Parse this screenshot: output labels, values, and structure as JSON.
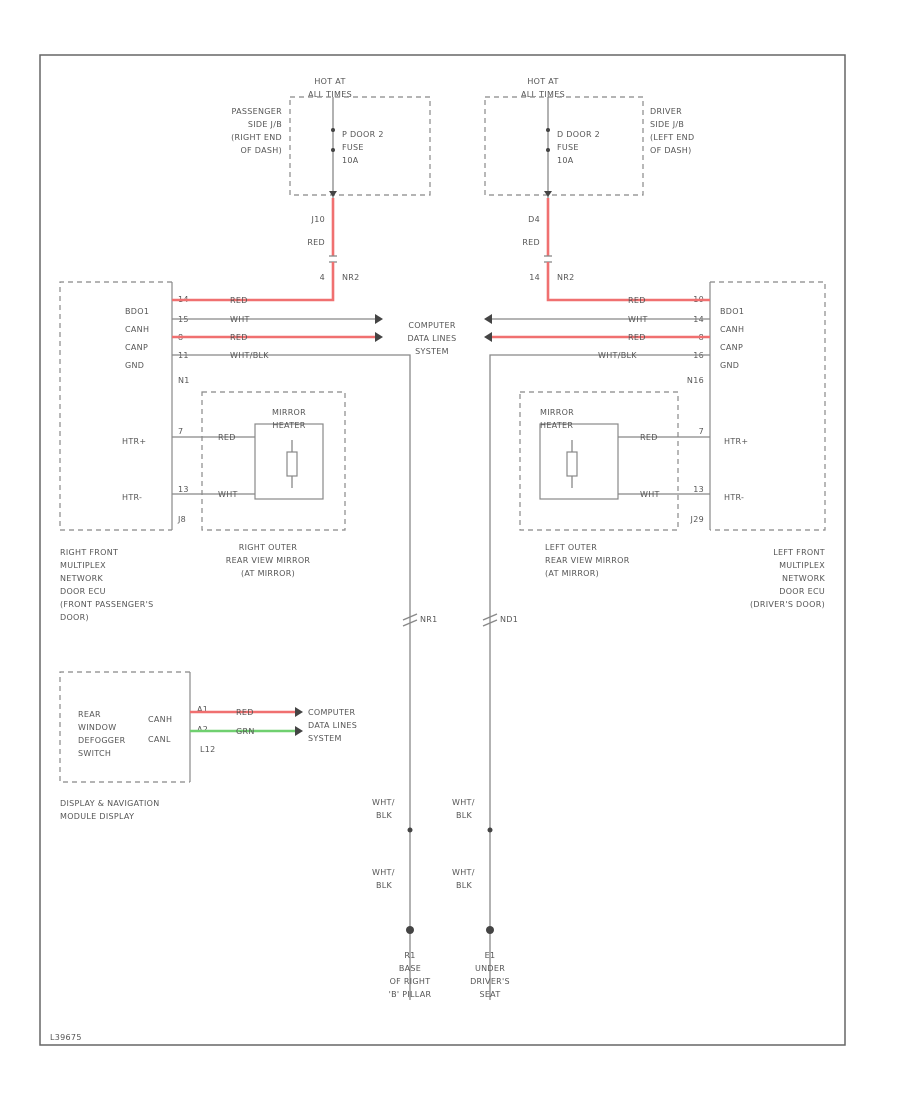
{
  "fuse_left": {
    "header": [
      "HOT AT",
      "ALL TIMES"
    ],
    "location": [
      "PASSENGER",
      "SIDE J/B",
      "(RIGHT END",
      "OF DASH)"
    ],
    "fuse": [
      "P DOOR 2",
      "FUSE",
      "10A"
    ],
    "connector": "J10",
    "wire_color": "RED",
    "pin": "4",
    "pin_label": "NR2"
  },
  "fuse_right": {
    "header": [
      "HOT AT",
      "ALL TIMES"
    ],
    "location": [
      "DRIVER",
      "SIDE J/B",
      "(LEFT END",
      "OF DASH)"
    ],
    "fuse": [
      "D DOOR 2",
      "FUSE",
      "10A"
    ],
    "connector": "D4",
    "wire_color": "RED",
    "pin": "14",
    "pin_label": "NR2"
  },
  "left_ecu": {
    "pins": [
      "BDO1",
      "CANH",
      "CANP",
      "GND"
    ],
    "pin_nums": [
      "14",
      "15",
      "8",
      "11"
    ],
    "wire_labels": [
      "RED",
      "WHT",
      "RED",
      "WHT/BLK"
    ],
    "connector": "N1",
    "heater_pins": [
      "HTR+",
      "HTR-"
    ],
    "heater_pin_nums": [
      "7",
      "13"
    ],
    "heater_wires": [
      "RED",
      "WHT"
    ],
    "label": [
      "RIGHT FRONT",
      "MULTIPLEX",
      "NETWORK",
      "DOOR ECU",
      "(FRONT PASSENGER'S",
      "DOOR)"
    ],
    "sub_connector": "J8"
  },
  "right_ecu": {
    "pins": [
      "BDO1",
      "CANH",
      "CANP",
      "GND"
    ],
    "pin_nums": [
      "10",
      "14",
      "8",
      "16"
    ],
    "wire_labels": [
      "RED",
      "WHT",
      "RED",
      "WHT/BLK"
    ],
    "connector": "N16",
    "heater_pins": [
      "HTR+",
      "HTR-"
    ],
    "heater_pin_nums": [
      "7",
      "13"
    ],
    "heater_wires": [
      "RED",
      "WHT"
    ],
    "label": [
      "LEFT FRONT",
      "MULTIPLEX",
      "NETWORK",
      "DOOR ECU",
      "(DRIVER'S DOOR)"
    ],
    "sub_connector": "J29"
  },
  "computer_data": [
    "COMPUTER",
    "DATA LINES",
    "SYSTEM"
  ],
  "left_mirror": {
    "title": [
      "MIRROR",
      "HEATER"
    ],
    "label": [
      "RIGHT OUTER",
      "REAR VIEW MIRROR",
      "(AT MIRROR)"
    ]
  },
  "right_mirror": {
    "title": [
      "MIRROR",
      "HEATER"
    ],
    "label": [
      "LEFT OUTER",
      "REAR VIEW MIRROR",
      "(AT MIRROR)"
    ]
  },
  "splices": [
    "NR1",
    "ND1"
  ],
  "ground_wires": [
    "WHT/",
    "BLK"
  ],
  "grounds": [
    {
      "id": "R1",
      "label": [
        "BASE",
        "OF RIGHT",
        "'B' PILLAR"
      ]
    },
    {
      "id": "E1",
      "label": [
        "UNDER",
        "DRIVER'S",
        "SEAT"
      ]
    }
  ],
  "defog": {
    "name": [
      "REAR",
      "WINDOW",
      "DEFOGGER",
      "SWITCH"
    ],
    "pins": [
      "CANH",
      "CANL"
    ],
    "pin_nums": [
      "A1",
      "A2"
    ],
    "wires": [
      "RED",
      "GRN"
    ],
    "connector": "L12",
    "module": [
      "DISPLAY & NAVIGATION",
      "MODULE DISPLAY"
    ],
    "target": [
      "COMPUTER",
      "DATA LINES",
      "SYSTEM"
    ]
  },
  "footer_code": "L39675"
}
